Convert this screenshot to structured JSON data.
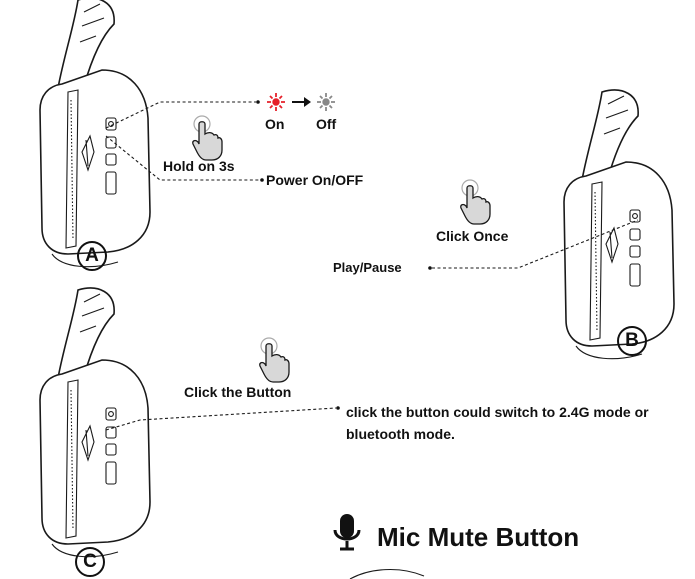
{
  "panel_a": {
    "letter": "A",
    "led_on_label": "On",
    "led_off_label": "Off",
    "hold_label": "Hold on 3s",
    "power_label": "Power On/OFF",
    "led_on_color": "#e5202a",
    "led_off_color": "#888888"
  },
  "panel_b": {
    "letter": "B",
    "click_label": "Click Once",
    "play_label": "Play/Pause"
  },
  "panel_c": {
    "letter": "C",
    "click_label": "Click the Button",
    "switch_label": "click the button could switch to 2.4G mode or bluetooth mode."
  },
  "mic_section": {
    "icon": "microphone-icon",
    "title": "Mic Mute Button"
  },
  "icons": {
    "tap": "hand-tap-icon",
    "led": "led-icon",
    "arrow": "arrow-right-icon",
    "headphone": "headphone-ear-cup"
  },
  "colors": {
    "ink": "#111111",
    "hand_fill": "#d8d8d8"
  }
}
